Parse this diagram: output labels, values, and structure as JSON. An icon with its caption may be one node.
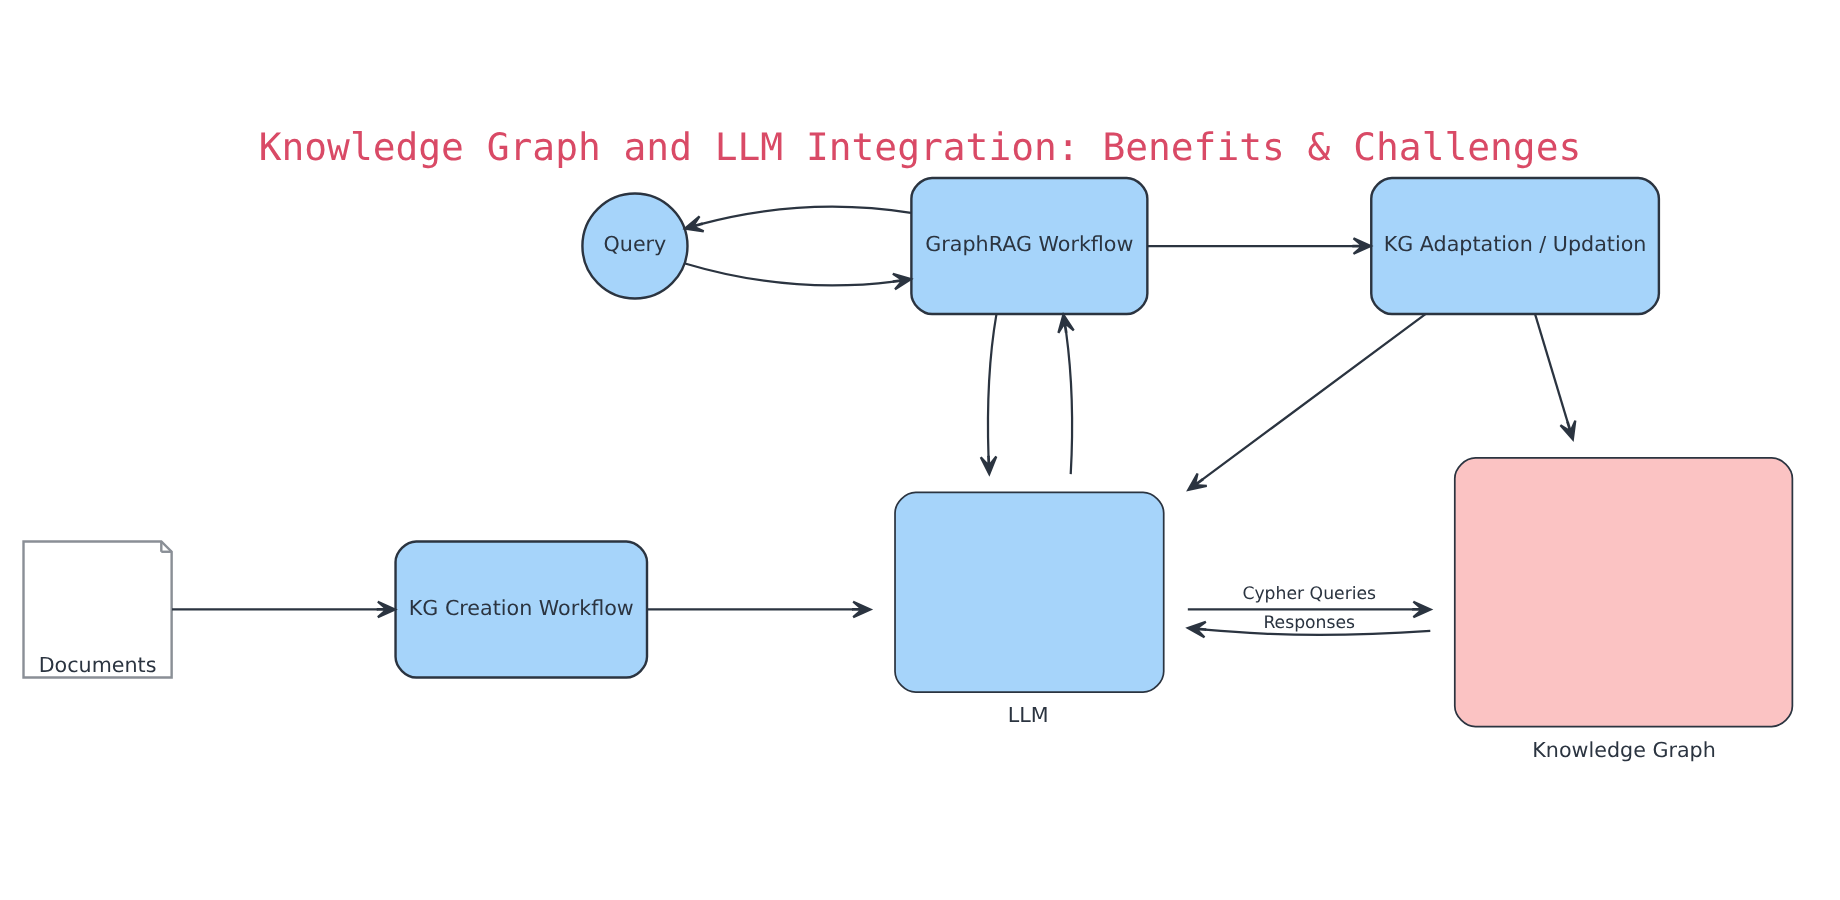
{
  "diagram": {
    "title": "Knowledge Graph and LLM Integration: Benefits & Challenges",
    "nodes": [
      {
        "text": [
          "Query"
        ]
      },
      {
        "text": [
          "GraphRAG Workflow"
        ]
      },
      {
        "text": [
          "KG Adaptation / Updation"
        ]
      },
      {
        "text": [
          "Documents"
        ]
      },
      {
        "text": [
          "KG Creation Workflow"
        ]
      },
      {
        "text": [
          "LLM"
        ]
      },
      {
        "text": [
          "Knowledge Graph"
        ]
      }
    ],
    "edges": [
      {
        "from": 0,
        "to": 1,
        "arrow": "to"
      },
      {
        "from": 1,
        "to": 0,
        "arrow": "to"
      },
      {
        "from": 1,
        "to": 2,
        "arrow": "to"
      },
      {
        "from": 1,
        "to": 5,
        "arrow": "to"
      },
      {
        "from": 5,
        "to": 1,
        "arrow": "to"
      },
      {
        "from": 2,
        "to": 5,
        "arrow": "to"
      },
      {
        "from": 2,
        "to": 6,
        "arrow": "to"
      },
      {
        "from": 3,
        "to": 4,
        "arrow": "to"
      },
      {
        "from": 4,
        "to": 5,
        "arrow": "to"
      },
      {
        "from": 5,
        "to": 6,
        "label": "Cypher Queries",
        "arrow": "to"
      },
      {
        "from": 6,
        "to": 5,
        "label": "Responses",
        "arrow": "to"
      }
    ]
  }
}
